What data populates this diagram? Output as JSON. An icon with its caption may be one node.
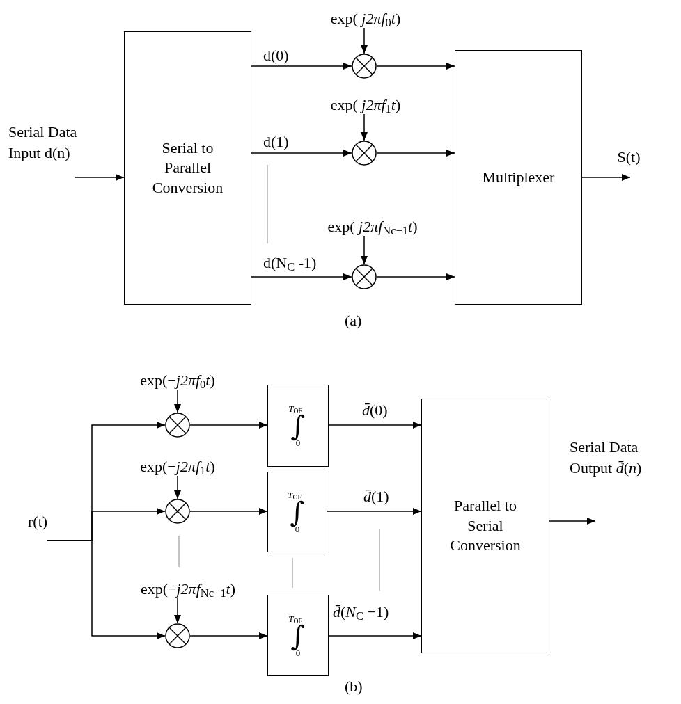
{
  "diagram": {
    "nodes": [
      {
        "text": [
          "Serial to Parallel Conversion"
        ]
      },
      {
        "text": [],
        "shape": "circle"
      },
      {
        "text": [],
        "shape": "circle"
      },
      {
        "text": [],
        "shape": "circle"
      },
      {
        "text": [
          "Multiplexer"
        ]
      },
      {
        "text": [
          "exp( *j2πf*$_{0}$*t*)"
        ]
      },
      {
        "text": [
          "exp( *j2πf*$_{1}$*t*)"
        ]
      },
      {
        "text": [
          "exp( *j2πf*$_{Nc−1}$*t*)"
        ]
      },
      {
        "text": [
          "exp(−*j2πf*$_{0}$*t*)"
        ]
      },
      {
        "text": [
          "exp(−*j2πf*$_{1}$*t*)"
        ]
      },
      {
        "text": [
          "exp(−*j2πf*$_{Nc−1}$*t*)"
        ]
      },
      {
        "text": [],
        "shape": "circle"
      },
      {
        "text": [],
        "shape": "circle"
      },
      {
        "text": [],
        "shape": "circle"
      },
      {
        "text": [
          "*T*$_{OF}$",
          "∫",
          "0"
        ]
      },
      {
        "text": [
          "*T*$_{OF}$",
          "∫",
          "0"
        ]
      },
      {
        "text": [
          "*T*$_{OF}$",
          "∫",
          "0"
        ]
      },
      {
        "text": [
          "Parallel to Serial Conversion"
        ]
      },
      {
        "text": [
          "S(t)"
        ]
      }
    ],
    "edges": [
      {
        "from": null,
        "to": 0,
        "arrow": "to"
      },
      {
        "from": 0,
        "to": 1,
        "arrow": "to",
        "label": "d(0)"
      },
      {
        "from": 0,
        "to": 2,
        "arrow": "to",
        "label": "d(1)"
      },
      {
        "from": 0,
        "to": 3,
        "arrow": "to",
        "label": "d(N$_{C}$ -1)"
      },
      {
        "from": 5,
        "to": 1,
        "arrow": "to"
      },
      {
        "from": 6,
        "to": 2,
        "arrow": "to"
      },
      {
        "from": 7,
        "to": 3,
        "arrow": "to"
      },
      {
        "from": 1,
        "to": 4,
        "arrow": "to"
      },
      {
        "from": 2,
        "to": 4,
        "arrow": "to"
      },
      {
        "from": 3,
        "to": 4,
        "arrow": "to"
      },
      {
        "from": 4,
        "to": 18,
        "arrow": "to"
      },
      {
        "from": null,
        "to": 11,
        "arrow": "to"
      },
      {
        "from": null,
        "to": 12,
        "arrow": "to"
      },
      {
        "from": null,
        "to": 13,
        "arrow": "to"
      },
      {
        "from": 8,
        "to": 11,
        "arrow": "to"
      },
      {
        "from": 9,
        "to": 12,
        "arrow": "to"
      },
      {
        "from": 10,
        "to": 13,
        "arrow": "to"
      },
      {
        "from": 11,
        "to": 14,
        "arrow": "to"
      },
      {
        "from": 12,
        "to": 15,
        "arrow": "to"
      },
      {
        "from": 13,
        "to": 16,
        "arrow": "to"
      },
      {
        "from": 14,
        "to": 17,
        "arrow": "to",
        "label": "*d̄*(0)"
      },
      {
        "from": 15,
        "to": 17,
        "arrow": "to",
        "label": "*d̄*(1)"
      },
      {
        "from": 16,
        "to": 17,
        "arrow": "to",
        "label": "*d̄*(*N*$_{C}$ −1)"
      },
      {
        "from": 17,
        "to": null,
        "arrow": "to"
      }
    ],
    "labels": [
      "Serial Data Input d(n)",
      "(a)",
      "r(t)",
      "Serial Data Output *d̄*(*n*)",
      "(b)"
    ]
  }
}
